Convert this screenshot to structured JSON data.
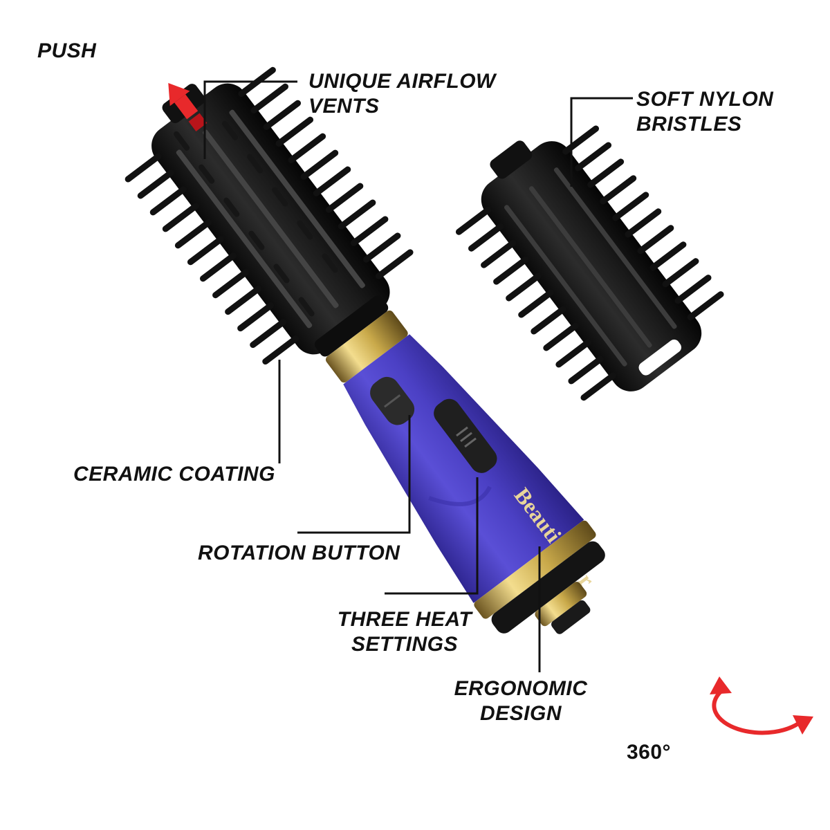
{
  "callouts": {
    "push": "PUSH",
    "airflow": [
      "UNIQUE AIRFLOW",
      "VENTS"
    ],
    "bristles": [
      "SOFT NYLON",
      "BRISTLES"
    ],
    "ceramic": "CERAMIC COATING",
    "rotation": "ROTATION BUTTON",
    "heat": [
      "THREE HEAT",
      "SETTINGS"
    ],
    "ergonomic": [
      "ERGONOMIC",
      "DESIGN"
    ],
    "rotation_angle": "360°"
  },
  "brand": "Beautimeter",
  "colors": {
    "handle": "#4a3ec2",
    "gold": "#c9a94a",
    "barrel": "#1b1b1b",
    "accent_red": "#e8292b",
    "text": "#111111"
  },
  "icons": [
    "push-arrow-icon",
    "rotation-arrow-icon"
  ]
}
